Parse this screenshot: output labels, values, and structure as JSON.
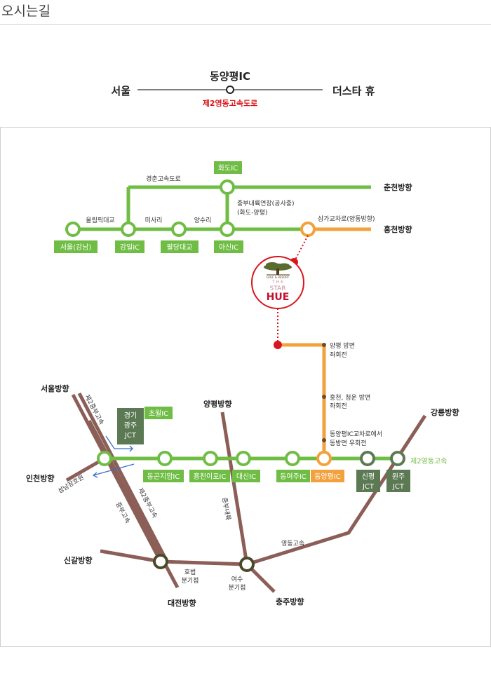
{
  "page": {
    "title": "오시는길"
  },
  "summary": {
    "left": "서울",
    "center": "동양평IC",
    "right": "더스타 휴",
    "road": "제2영동고속도로"
  },
  "colors": {
    "green": "#6fbd44",
    "orange": "#f3a13c",
    "red": "#d9161d",
    "brown": "#8b5e57",
    "dark_green": "#5b7a53"
  },
  "upper": {
    "labels": {
      "gyeongchun": "경춘고속도로",
      "olympic": "올림픽대교",
      "misari": "미사리",
      "yangsuri": "양수리",
      "jungbu_ext_1": "중부내륙연장(공사중)",
      "jungbu_ext_2": "(화도-양평)",
      "samga": "삼가교차로(양동방향)"
    },
    "directions": {
      "chuncheon": "춘천방향",
      "hongcheon": "홍천방향"
    },
    "boxes": {
      "hwado": "화도IC",
      "seoul_gangnam": "서울(강남)",
      "gangil": "강일IC",
      "paldang": "팔당대교",
      "asin": "아신IC"
    }
  },
  "logo": {
    "sub": "GOLF & RESORT",
    "the": "T H E",
    "star": "STAR",
    "hue": "HUE"
  },
  "route_notes": {
    "n1_1": "양평 방면",
    "n1_2": "좌회전",
    "n2_1": "홍천, 청운 방면",
    "n2_2": "좌회전",
    "n3_1": "동양평IC교차로에서",
    "n3_2": "동방면 우회전"
  },
  "lower": {
    "directions": {
      "seoul": "서울방향",
      "incheon": "인천방향",
      "yangpyeong": "양평방향",
      "gangneung": "강릉방향",
      "singal": "신갈방향",
      "daejeon": "대전방향",
      "chungju": "충주방향"
    },
    "highway_label": "제2영동고속",
    "roads": {
      "je2_a": "제2중부고속",
      "je2_b": "제2중부고속",
      "jungbu": "중부고속",
      "seongnam": "성남장호원",
      "jungbunaeryuk": "중부내륙",
      "yeongdong": "영동고속"
    },
    "boxes": {
      "gyeonggi_1": "경기",
      "gyeonggi_2": "광주",
      "gyeonggi_3": "JCT",
      "chowol": "초월IC",
      "gonjiam": "동곤지암IC",
      "icheon": "흥천이포IC",
      "daesin": "대신IC",
      "dongyeoju": "동여주IC",
      "dongyangpyeong": "동양평IC",
      "sinpyeong_1": "신평",
      "sinpyeong_2": "JCT",
      "wonju_1": "원주",
      "wonju_2": "JCT"
    },
    "junctions": {
      "hobeop_1": "호법",
      "hobeop_2": "분기점",
      "yeoju_1": "여수",
      "yeoju_2": "분기점"
    }
  }
}
